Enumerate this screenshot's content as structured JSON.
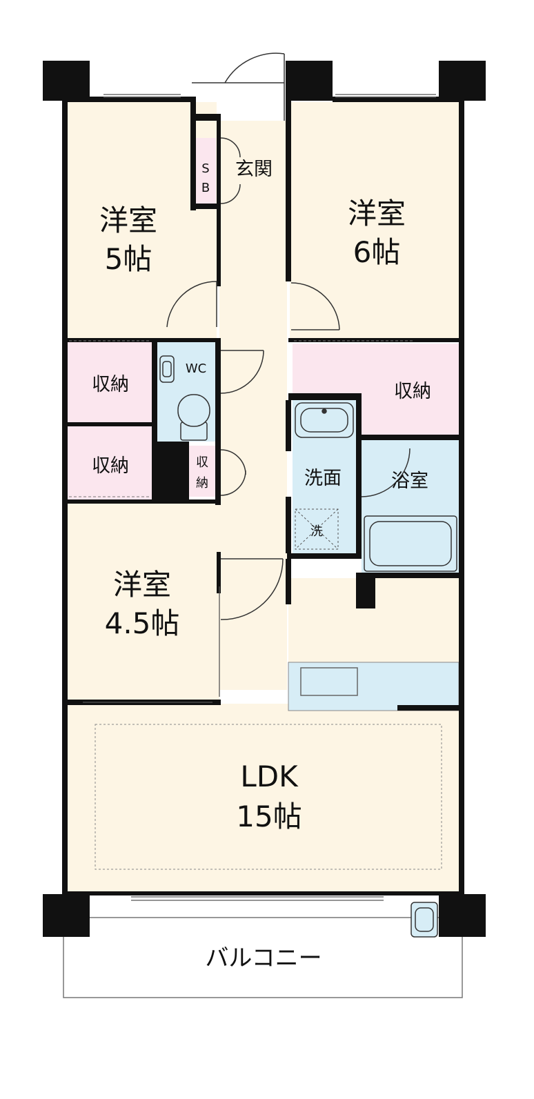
{
  "colors": {
    "room_beige": "#fdf5e4",
    "storage_pink": "#fbe6ee",
    "water_blue": "#d7edf6",
    "wall_black": "#111111",
    "balcony_white": "#ffffff"
  },
  "rooms": {
    "western_5": {
      "line1": "洋室",
      "line2": "5帖"
    },
    "western_6": {
      "line1": "洋室",
      "line2": "6帖"
    },
    "western_4_5": {
      "line1": "洋室",
      "line2": "4.5帖"
    },
    "ldk": {
      "line1": "LDK",
      "line2": "15帖"
    },
    "entrance": "玄関",
    "shoe_box": {
      "line1": "S",
      "line2": "B"
    },
    "wc": "WC",
    "storage_left_upper": "収納",
    "storage_left_lower": "収納",
    "storage_right": "収納",
    "storage_small": {
      "line1": "収",
      "line2": "納"
    },
    "washroom": "洗面",
    "washer": "洗",
    "bathroom": "浴室",
    "balcony": "バルコニー"
  }
}
